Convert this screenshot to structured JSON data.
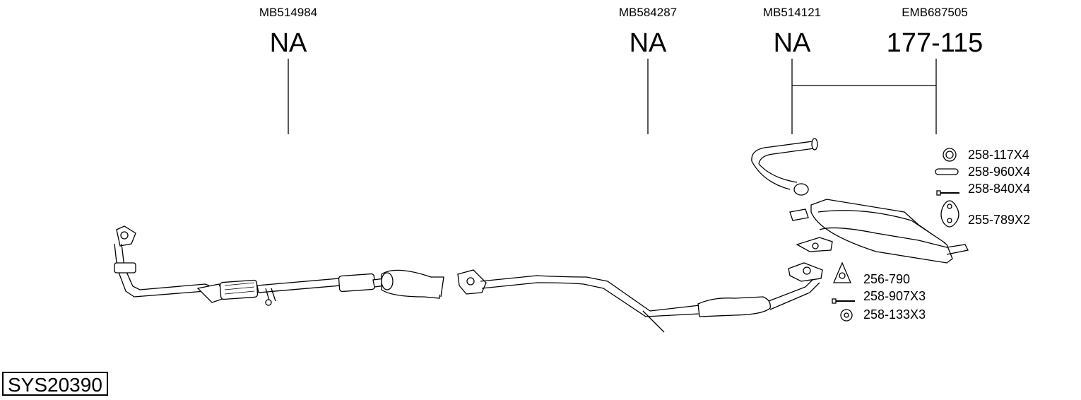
{
  "columns": [
    {
      "oe": "MB514984",
      "ref": "NA"
    },
    {
      "oe": "MB584287",
      "ref": "NA"
    },
    {
      "oe": "MB514121",
      "ref": "NA"
    },
    {
      "oe": "EMB687505",
      "ref": "177-115"
    }
  ],
  "parts": [
    {
      "code": "258-117X4",
      "icon": "ring-gasket-icon"
    },
    {
      "code": "258-960X4",
      "icon": "rubber-hanger-icon"
    },
    {
      "code": "258-840X4",
      "icon": "bolt-icon"
    },
    {
      "code": "255-789X2",
      "icon": "hanger-bracket-icon"
    },
    {
      "code": "256-790",
      "icon": "triangle-gasket-icon"
    },
    {
      "code": "258-907X3",
      "icon": "bolt-icon"
    },
    {
      "code": "258-133X3",
      "icon": "nut-icon"
    }
  ],
  "system": {
    "code": "SYS20390"
  }
}
